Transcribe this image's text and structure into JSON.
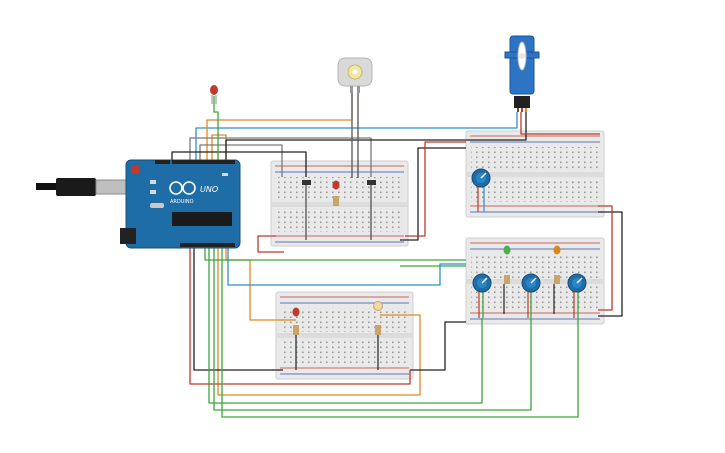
{
  "board": {
    "logo_text": "UNO",
    "brand_text": "ARDUINO",
    "body_color": "#1f6da6",
    "header_color": "#222222"
  },
  "components": {
    "dc_motor": {
      "icon": "dc-motor-icon",
      "color": "#d9d9d9",
      "shaft_color": "#f2e6a0"
    },
    "servo": {
      "icon": "servo-icon",
      "color": "#2d74c4",
      "horn_color": "#ffffff"
    },
    "leds": [
      {
        "name": "led-red-top",
        "color": "#c0392b"
      },
      {
        "name": "led-red-bb1",
        "color": "#c0392b"
      },
      {
        "name": "led-red-bb4",
        "color": "#c0392b"
      },
      {
        "name": "led-green-bb3",
        "color": "#4caf50"
      },
      {
        "name": "led-orange-bb3",
        "color": "#d68a19"
      }
    ],
    "potentiometer_color": "#1f6da6"
  },
  "wire_colors": {
    "red": "#c0392b",
    "black": "#222222",
    "green": "#3aa63a",
    "orange": "#e08a1e",
    "blue": "#2f8fd0",
    "gray": "#7a7a7a"
  },
  "breadboard_color": "#e9e9e9"
}
